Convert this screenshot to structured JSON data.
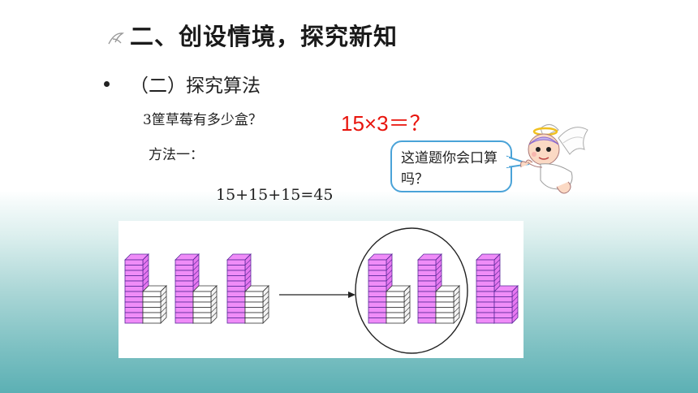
{
  "slide": {
    "title": "二、创设情境，探究新知",
    "subheading": "（二）探究算法",
    "question": "3筐草莓有多少盒？",
    "formula": "15×3＝？",
    "method_label": "方法一：",
    "sum_equation": "15+15+15=45",
    "speech_bubble": "这道题你会口算吗？"
  },
  "figure": {
    "groups": 3,
    "boxes_per_group": 15,
    "colors": {
      "box_fill": "#f08cf8",
      "box_stroke": "#5a2a9a",
      "box_side": "#e778f0",
      "white_box_stroke": "#333333",
      "circle_stroke": "#222222"
    }
  },
  "colors": {
    "formula": "#e8140c",
    "bubble_border": "#4aa3d8",
    "background_bottom": "#5cb0b4"
  }
}
